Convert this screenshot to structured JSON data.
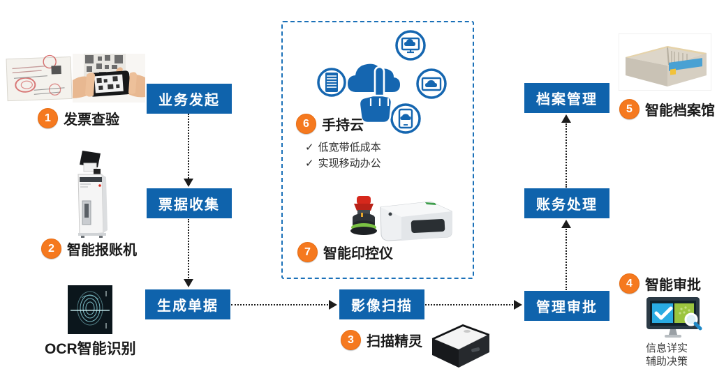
{
  "flow": {
    "business_initiation": "业务发起",
    "receipt_collection": "票据收集",
    "generate_documents": "生成单据",
    "image_scanning": "影像扫描",
    "management_approval": "管理审批",
    "accounting_processing": "账务处理",
    "archive_management": "档案管理"
  },
  "stations": {
    "s1": {
      "num": "1",
      "label": "发票查验"
    },
    "s2": {
      "num": "2",
      "label": "智能报账机"
    },
    "s3": {
      "num": "3",
      "label": "扫描精灵"
    },
    "s4": {
      "num": "4",
      "label": "智能审批",
      "note_line1": "信息详实",
      "note_line2": "辅助决策"
    },
    "s5": {
      "num": "5",
      "label": "智能档案馆"
    },
    "s6": {
      "num": "6",
      "label": "手持云",
      "bullets": [
        {
          "check": "✓",
          "text": "低宽带低成本"
        },
        {
          "check": "✓",
          "text": "实现移动办公"
        }
      ]
    },
    "s7": {
      "num": "7",
      "label": "智能印控仪"
    }
  },
  "ocr_label": "OCR智能识别",
  "colors": {
    "process_box_blue": "#0f63ac",
    "dashed_border_blue": "#1a70b8",
    "icon_blue": "#1566b0",
    "station_orange": "#f5791f",
    "connector_black": "#1c1c1c"
  }
}
